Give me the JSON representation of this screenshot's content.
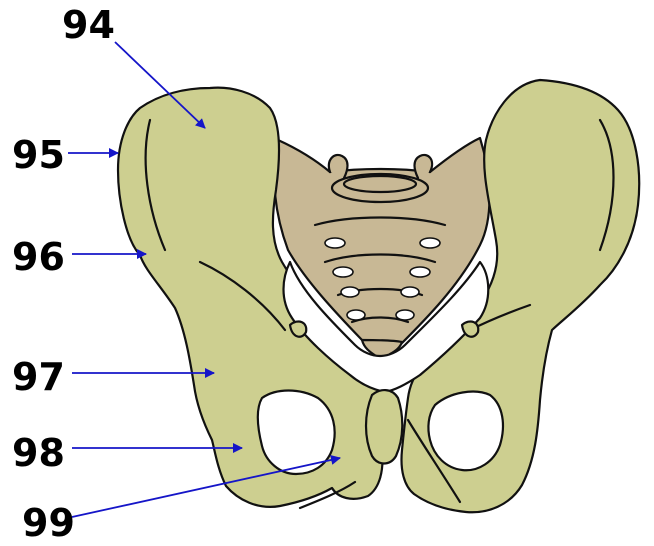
{
  "labels": [
    {
      "id": "l94",
      "text": "94"
    },
    {
      "id": "l95",
      "text": "95"
    },
    {
      "id": "l96",
      "text": "96"
    },
    {
      "id": "l97",
      "text": "97"
    },
    {
      "id": "l98",
      "text": "98"
    },
    {
      "id": "l99",
      "text": "99"
    }
  ],
  "colors": {
    "bone": "#cdcf90",
    "sacrum": "#c8b895",
    "outline": "#111111",
    "arrow": "#1515c8",
    "foramen": "#ffffff"
  },
  "icons": [
    "pelvis-illustration",
    "sacrum",
    "coccyx",
    "pubic-symphysis",
    "obturator-foramen"
  ]
}
